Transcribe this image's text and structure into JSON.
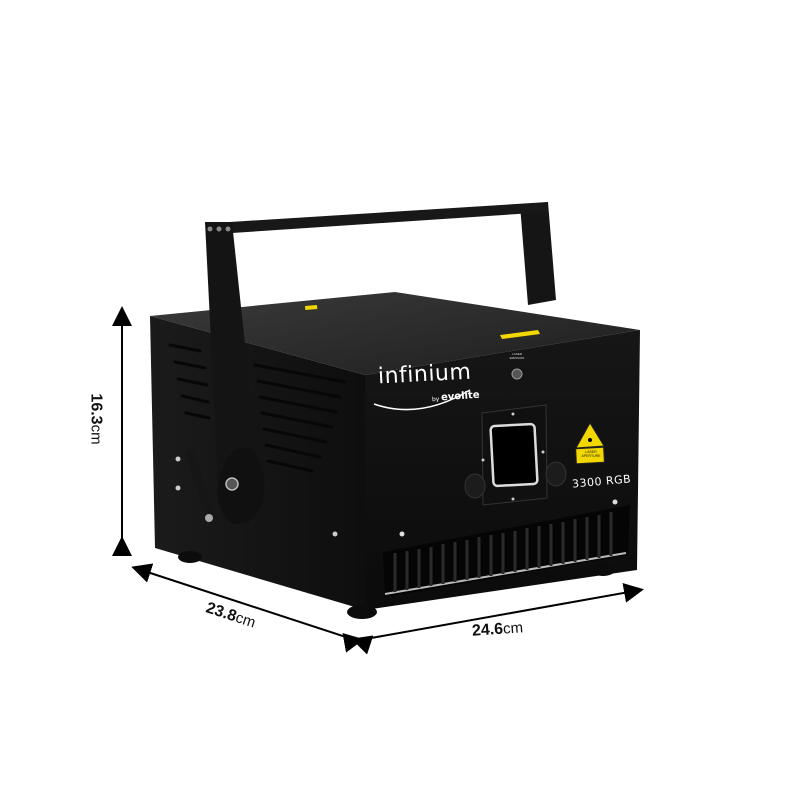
{
  "product": {
    "brand_logo": "infinium",
    "brand_by": "by",
    "brand_maker": "evolite",
    "model": "3300 RGB",
    "emission_label": "LASER EMISSION",
    "warning_label": "LASER APERTURE"
  },
  "dimensions": {
    "height": {
      "value": "16.3",
      "unit": "cm"
    },
    "depth": {
      "value": "23.8",
      "unit": "cm"
    },
    "width": {
      "value": "24.6",
      "unit": "cm"
    }
  },
  "colors": {
    "background": "#ffffff",
    "body": "#151515",
    "top": "#262626",
    "warning_yellow": "#f2d800",
    "arrow": "#000000"
  }
}
